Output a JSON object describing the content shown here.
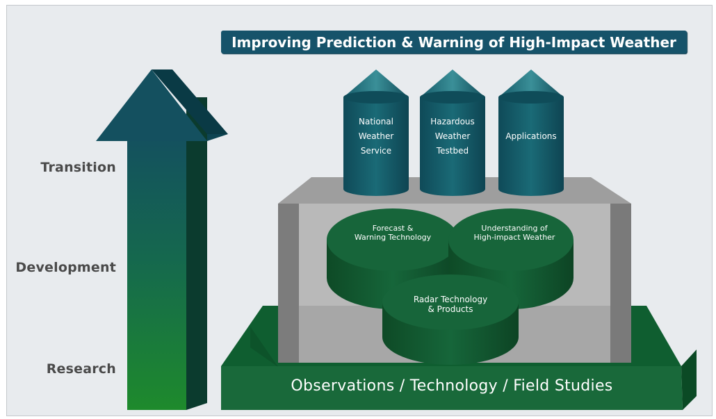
{
  "title": "Improving Prediction & Warning of High-Impact Weather",
  "levels": {
    "transition": "Transition",
    "development": "Development",
    "research": "Research"
  },
  "silos": [
    {
      "lines": [
        "National",
        "Weather",
        "Service"
      ]
    },
    {
      "lines": [
        "Hazardous",
        "Weather",
        "Testbed"
      ]
    },
    {
      "lines": [
        "Applications"
      ]
    }
  ],
  "disks": {
    "forecast": {
      "lines": [
        "Forecast &",
        "Warning Technology"
      ]
    },
    "understanding": {
      "lines": [
        "Understanding of",
        "High-impact Weather"
      ]
    },
    "radar": {
      "lines": [
        "Radar Technology",
        "& Products"
      ]
    }
  },
  "base": "Observations / Technology / Field Studies",
  "colors": {
    "teal_dark": "#0f4f5e",
    "teal": "#1a6a76",
    "green": "#1a6b3a",
    "green_dark": "#0f4d28",
    "grey_frame": "#8c8c8c",
    "background": "#e8ebee"
  }
}
